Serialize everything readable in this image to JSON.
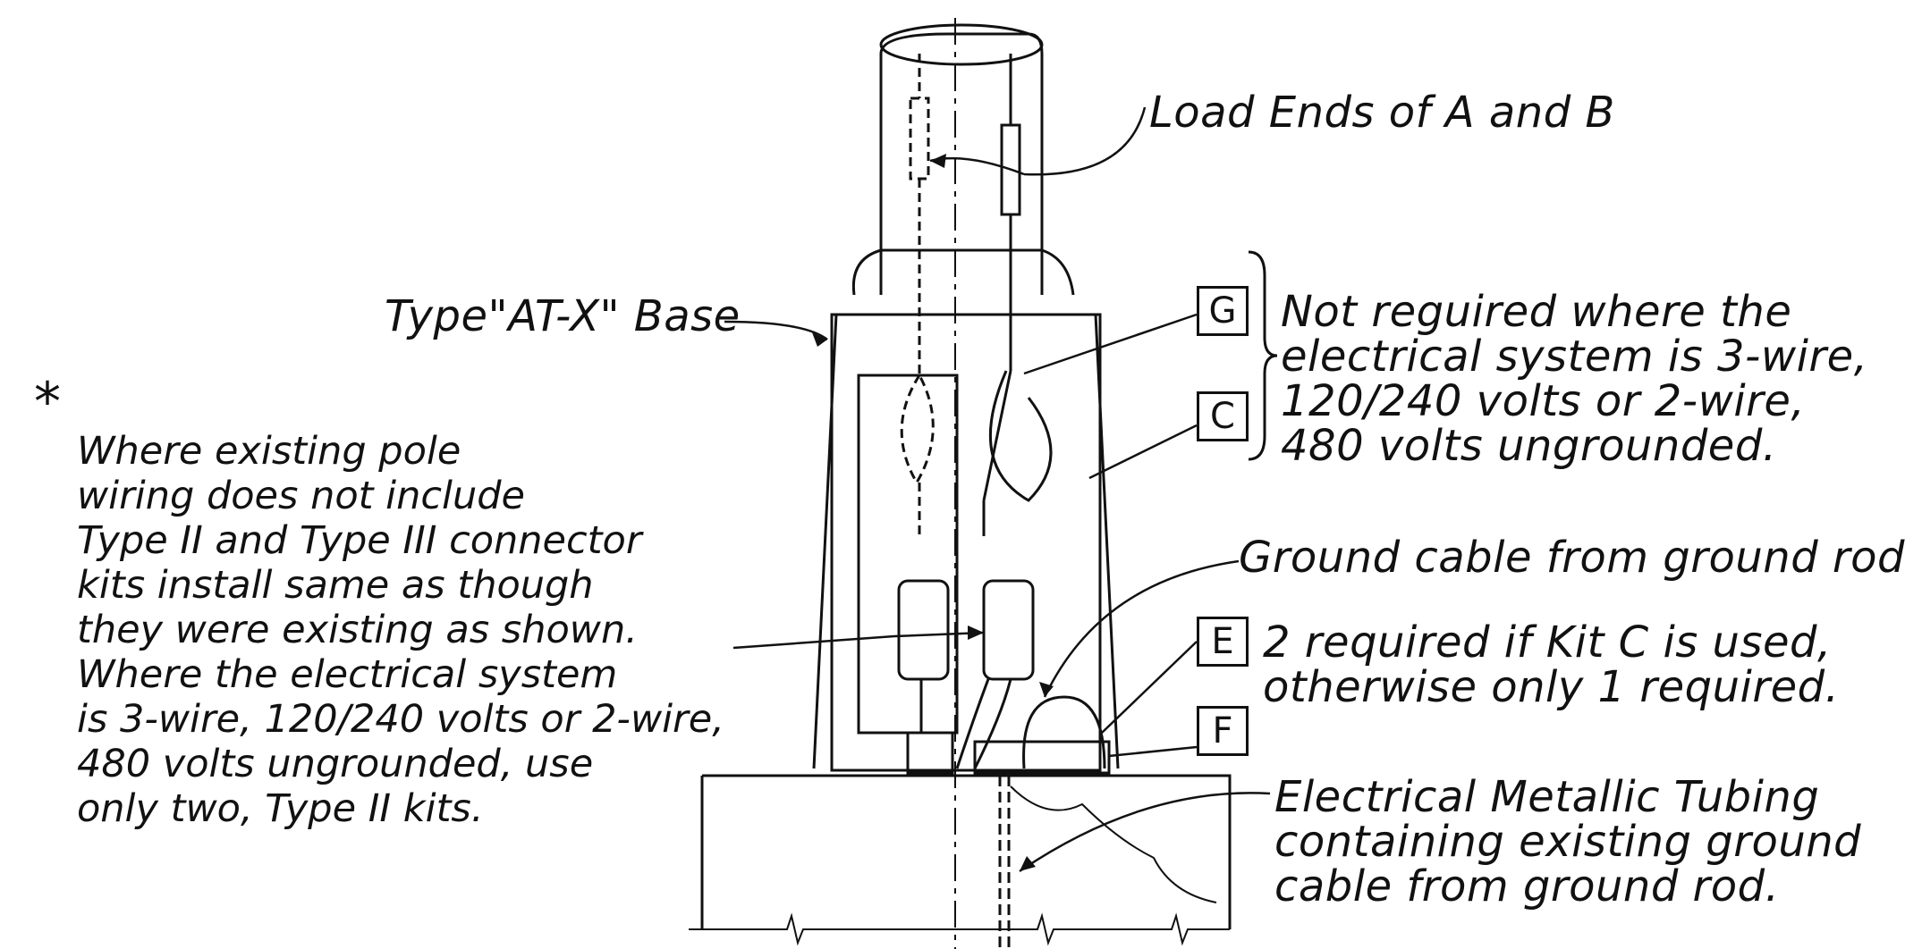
{
  "labels": {
    "load_ends": "Load Ends of A and B",
    "base_type": "Type\"AT-X\" Base",
    "not_required": [
      "Not reguired where the",
      "electrical system is 3-wire,",
      "120/240 volts or 2-wire,",
      "480 volts ungrounded."
    ],
    "ground_cable": "Ground cable from ground rod",
    "e_f_note": [
      "2 required if Kit C is used,",
      "otherwise only 1 required."
    ],
    "emt": [
      "Electrical Metallic Tubing",
      "containing existing ground",
      "cable from ground rod."
    ]
  },
  "footnote": {
    "marker": "*",
    "lines": [
      "Where existing pole",
      "wiring does not include",
      "Type II and Type III connector",
      "kits install same as though",
      "they were existing as shown.",
      "Where the electrical system",
      "is 3-wire, 120/240 volts or 2-wire,",
      "480 volts ungrounded, use",
      "only two, Type II kits."
    ]
  },
  "boxes": {
    "g": "G",
    "c": "C",
    "e": "E",
    "f": "F"
  },
  "colors": {
    "ink": "#111111",
    "paper": "#ffffff"
  }
}
